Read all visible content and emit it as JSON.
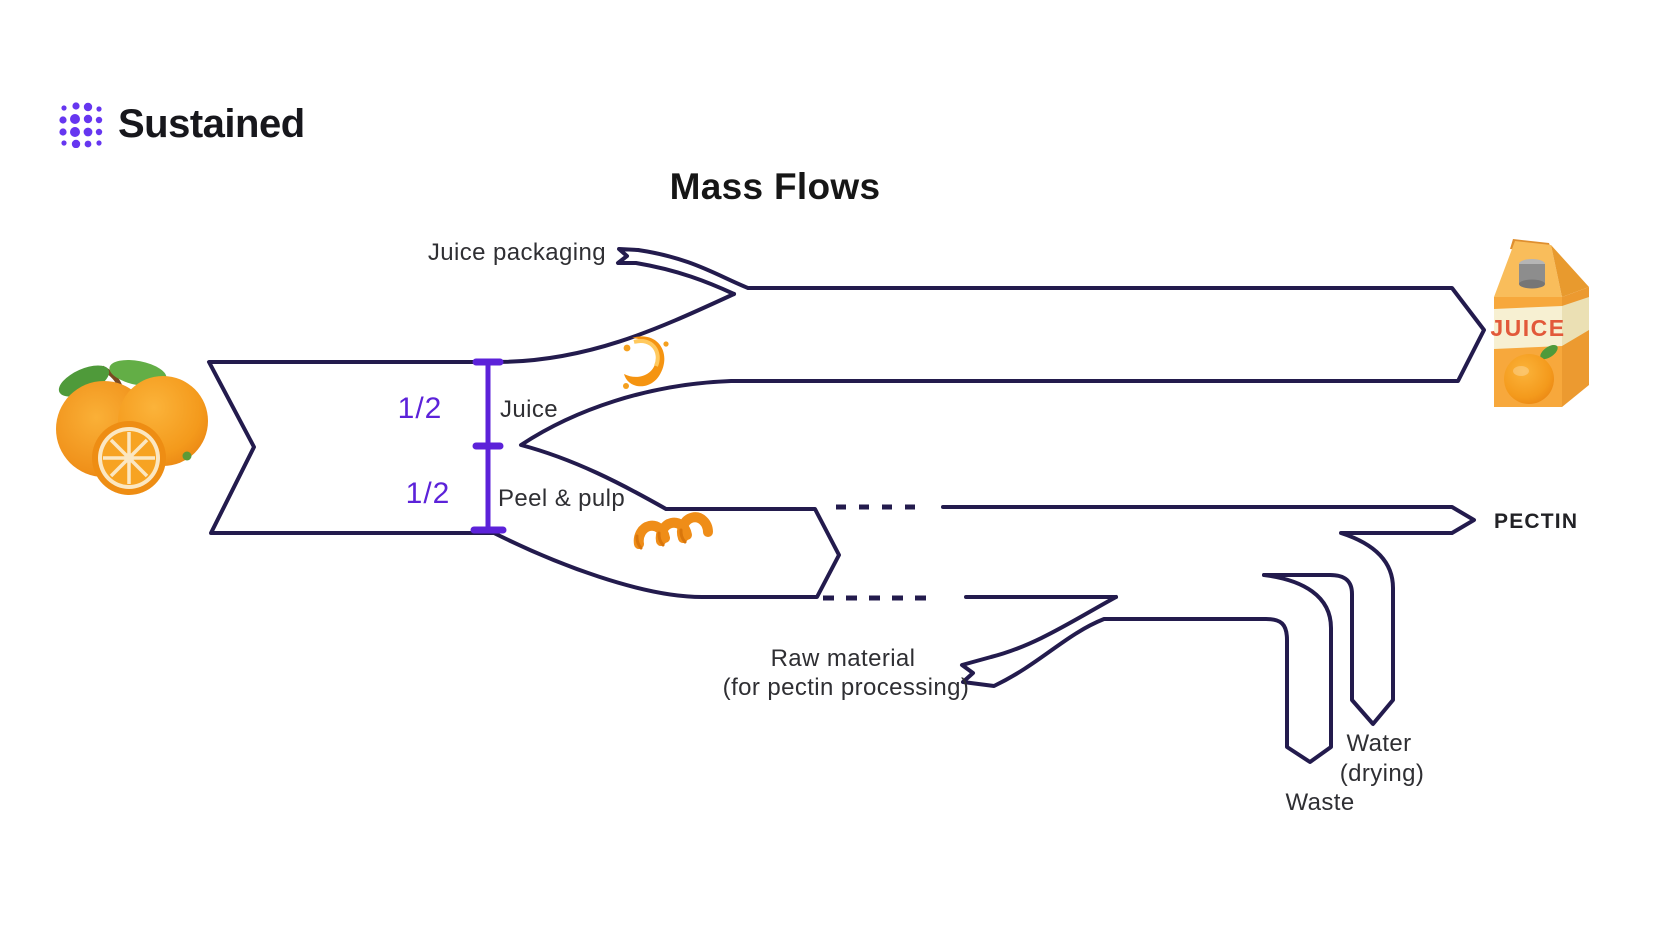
{
  "logo": {
    "text": "Sustained",
    "dot_color": "#6636f0",
    "icon": "dot-grid-logo-mark"
  },
  "title": "Mass Flows",
  "labels": {
    "juice_packaging": "Juice packaging",
    "juice_fraction": "1/2",
    "peel_fraction": "1/2",
    "juice": "Juice",
    "peel_pulp": "Peel & pulp",
    "raw_material_line1": "Raw material",
    "raw_material_line2": "(for pectin processing)",
    "pectin": "PECTIN",
    "waste": "Waste",
    "water_line1": "Water",
    "water_line2": "(drying)"
  },
  "carton": {
    "text": "JUICE"
  },
  "colors": {
    "flow_outline": "#231b4d",
    "bracket_purple": "#5c22d9",
    "label_text": "#2f2f33",
    "title_text": "#161616",
    "logo_dot_purple": "#6636f0",
    "orange_fruit": "#f6a01e",
    "carton_body": "#f7a83c",
    "carton_label_band": "#f7f0d2",
    "carton_juice_text": "#e2593a"
  },
  "icons": [
    "oranges-illustration",
    "juice-splash-icon",
    "orange-peel-curl-icon",
    "juice-carton-illustration"
  ],
  "flows": [
    {
      "from": "Oranges",
      "to": "Juice",
      "fraction": "1/2"
    },
    {
      "from": "Oranges",
      "to": "Peel & pulp",
      "fraction": "1/2"
    },
    {
      "from": "Juice packaging",
      "to": "Packaged juice",
      "fraction": ""
    },
    {
      "from": "Juice",
      "to": "Packaged juice",
      "fraction": ""
    },
    {
      "from": "Peel & pulp",
      "to": "Pectin processing",
      "fraction": ""
    },
    {
      "from": "Raw material (for pectin processing)",
      "to": "Pectin processing",
      "fraction": ""
    },
    {
      "from": "Pectin processing",
      "to": "Waste",
      "fraction": ""
    },
    {
      "from": "Pectin processing",
      "to": "Water (drying)",
      "fraction": ""
    },
    {
      "from": "Pectin processing",
      "to": "PECTIN",
      "fraction": ""
    }
  ]
}
